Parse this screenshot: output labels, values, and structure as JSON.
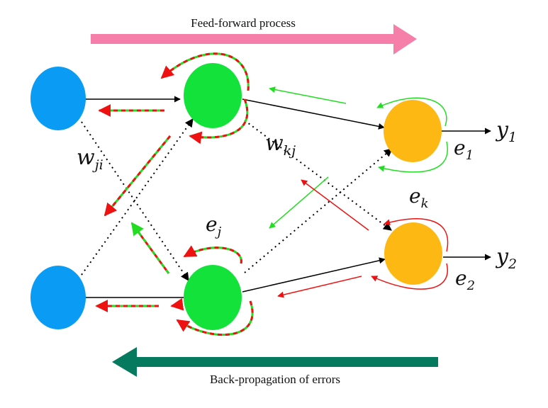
{
  "captions": {
    "feed_forward": "Feed-forward process",
    "back_propagation": "Back-propagation of errors"
  },
  "labels": {
    "w_ji": {
      "main": "w",
      "sub": "ji"
    },
    "w_kj": {
      "main": "w",
      "sub": "kj"
    },
    "e_j": {
      "main": "e",
      "sub": "j"
    },
    "e_k": {
      "main": "e",
      "sub": "k"
    },
    "e_1": {
      "main": "e",
      "sub": "1"
    },
    "e_2": {
      "main": "e",
      "sub": "2"
    },
    "y_1": {
      "main": "y",
      "sub": "1"
    },
    "y_2": {
      "main": "y",
      "sub": "2"
    }
  },
  "colors": {
    "input_node": "#0a9cf5",
    "hidden_node": "#12e23a",
    "output_node": "#fdb813",
    "feed_forward_arrow": "#f57fa8",
    "back_propagation_arrow": "#057a5e",
    "error_red": "#ee1111",
    "signal_green": "#22dd22",
    "connection": "#000000"
  }
}
